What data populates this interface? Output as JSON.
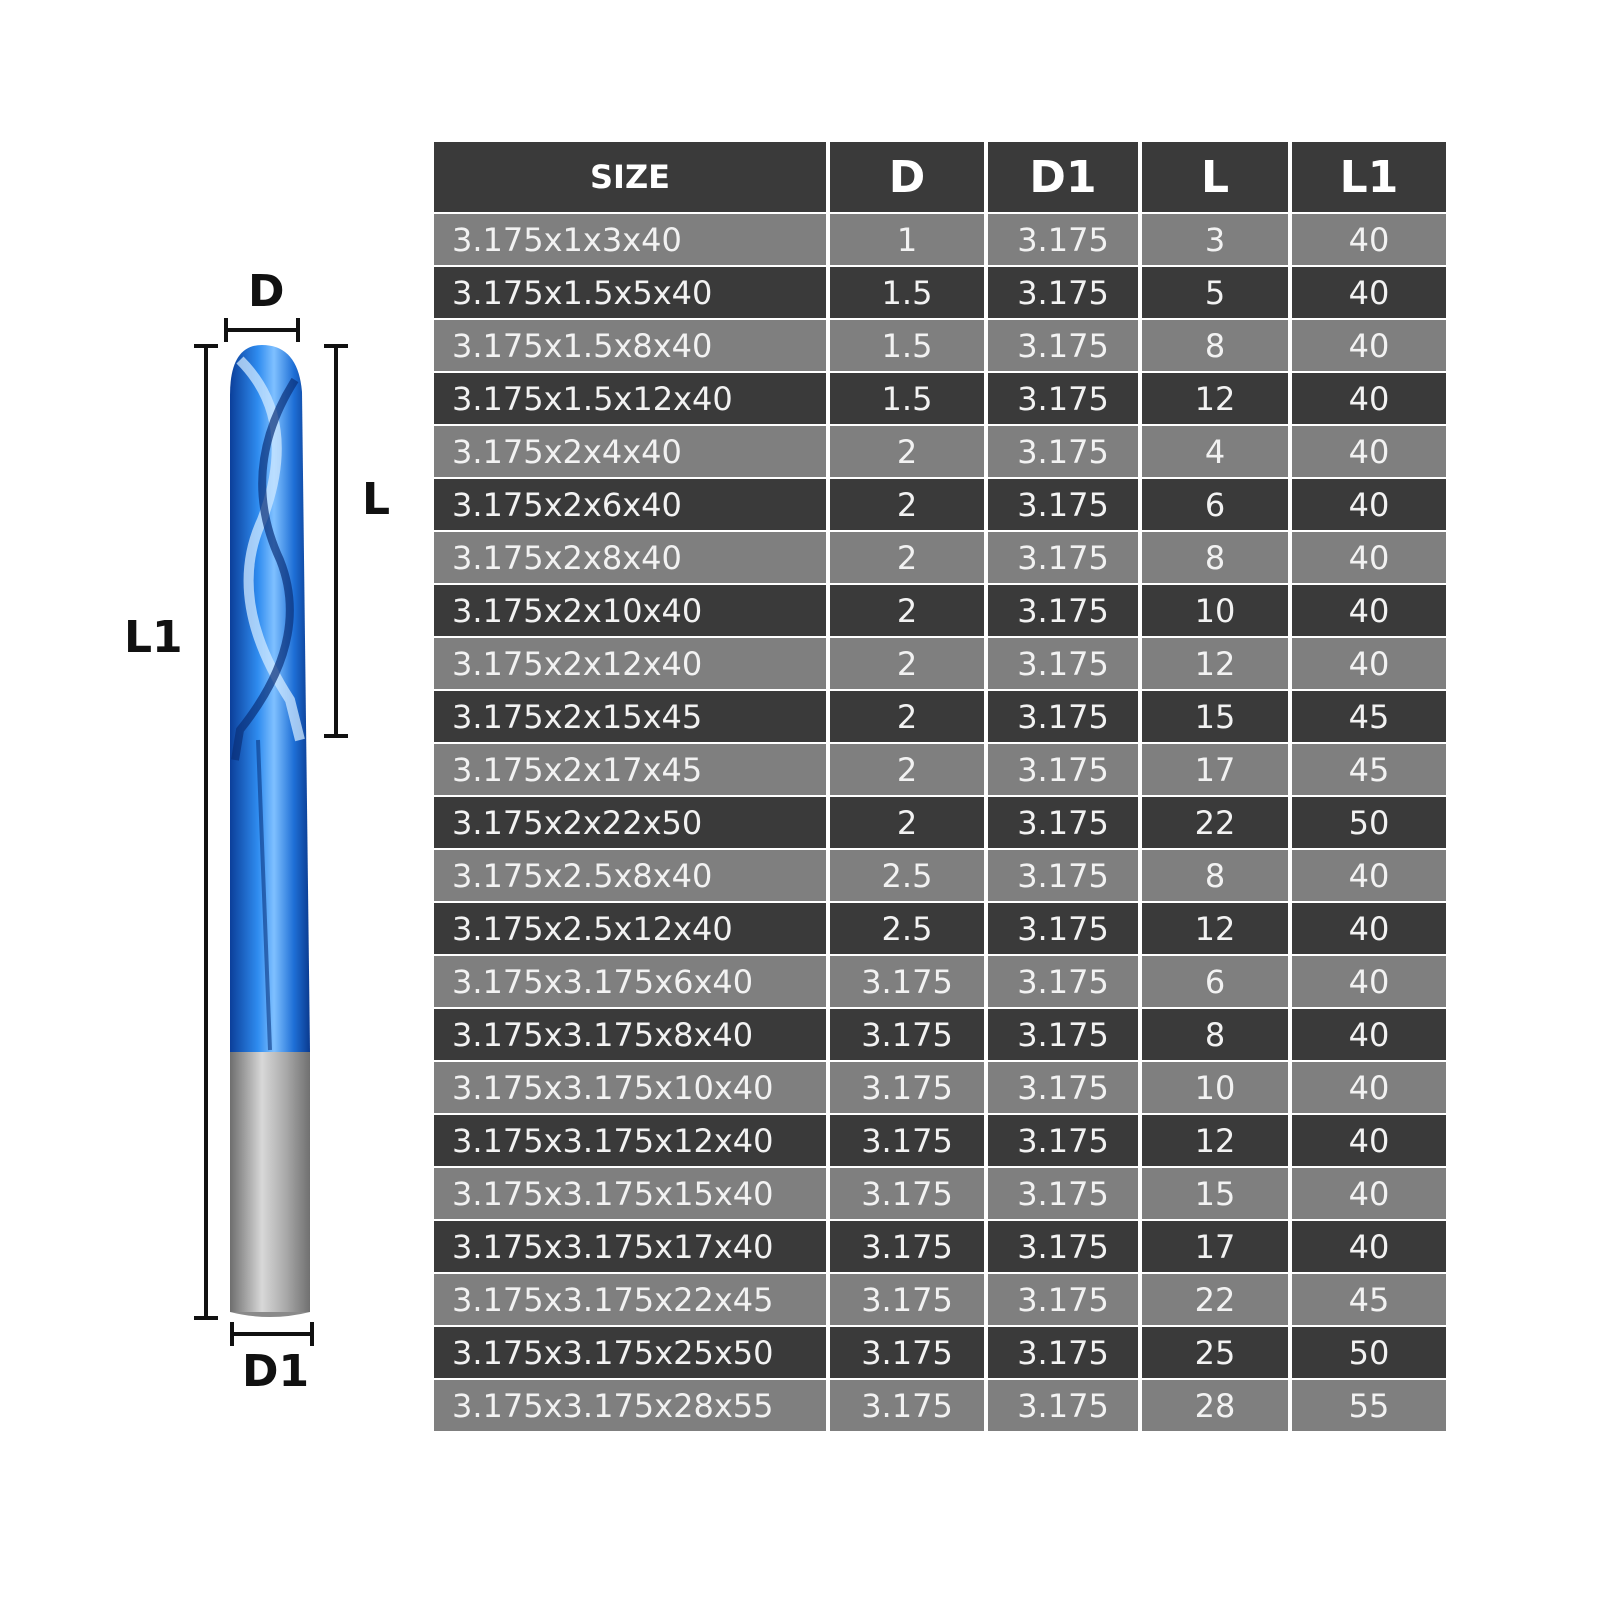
{
  "diagram": {
    "labels": {
      "d": "D",
      "l": "L",
      "l1": "L1",
      "d1": "D1"
    },
    "colors": {
      "flute": "#1f6fd8",
      "shank": "#9a9a9a"
    }
  },
  "table": {
    "headers": [
      "SIZE",
      "D",
      "D1",
      "L",
      "L1"
    ],
    "rows": [
      [
        "3.175x1x3x40",
        "1",
        "3.175",
        "3",
        "40"
      ],
      [
        "3.175x1.5x5x40",
        "1.5",
        "3.175",
        "5",
        "40"
      ],
      [
        "3.175x1.5x8x40",
        "1.5",
        "3.175",
        "8",
        "40"
      ],
      [
        "3.175x1.5x12x40",
        "1.5",
        "3.175",
        "12",
        "40"
      ],
      [
        "3.175x2x4x40",
        "2",
        "3.175",
        "4",
        "40"
      ],
      [
        "3.175x2x6x40",
        "2",
        "3.175",
        "6",
        "40"
      ],
      [
        "3.175x2x8x40",
        "2",
        "3.175",
        "8",
        "40"
      ],
      [
        "3.175x2x10x40",
        "2",
        "3.175",
        "10",
        "40"
      ],
      [
        "3.175x2x12x40",
        "2",
        "3.175",
        "12",
        "40"
      ],
      [
        "3.175x2x15x45",
        "2",
        "3.175",
        "15",
        "45"
      ],
      [
        "3.175x2x17x45",
        "2",
        "3.175",
        "17",
        "45"
      ],
      [
        "3.175x2x22x50",
        "2",
        "3.175",
        "22",
        "50"
      ],
      [
        "3.175x2.5x8x40",
        "2.5",
        "3.175",
        "8",
        "40"
      ],
      [
        "3.175x2.5x12x40",
        "2.5",
        "3.175",
        "12",
        "40"
      ],
      [
        "3.175x3.175x6x40",
        "3.175",
        "3.175",
        "6",
        "40"
      ],
      [
        "3.175x3.175x8x40",
        "3.175",
        "3.175",
        "8",
        "40"
      ],
      [
        "3.175x3.175x10x40",
        "3.175",
        "3.175",
        "10",
        "40"
      ],
      [
        "3.175x3.175x12x40",
        "3.175",
        "3.175",
        "12",
        "40"
      ],
      [
        "3.175x3.175x15x40",
        "3.175",
        "3.175",
        "15",
        "40"
      ],
      [
        "3.175x3.175x17x40",
        "3.175",
        "3.175",
        "17",
        "40"
      ],
      [
        "3.175x3.175x22x45",
        "3.175",
        "3.175",
        "22",
        "45"
      ],
      [
        "3.175x3.175x25x50",
        "3.175",
        "3.175",
        "25",
        "50"
      ],
      [
        "3.175x3.175x28x55",
        "3.175",
        "3.175",
        "28",
        "55"
      ]
    ],
    "colors": {
      "header": "#3a3a3a",
      "row_light": "#7f7f7f",
      "row_dark": "#3a3a3a",
      "text": "#ffffff"
    }
  }
}
